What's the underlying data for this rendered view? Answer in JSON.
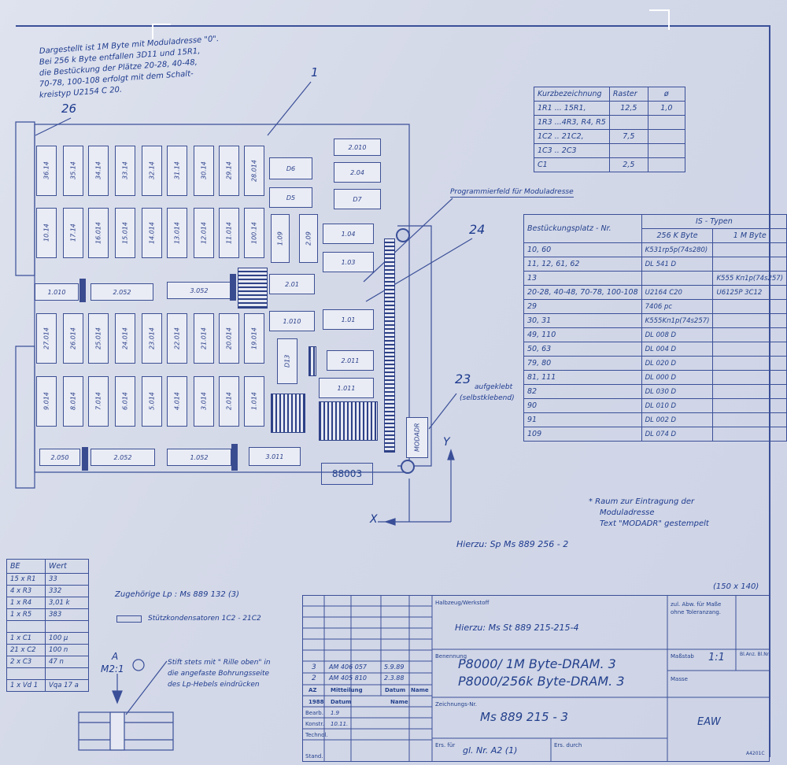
{
  "notes": {
    "top_left": [
      "Dargestellt ist 1M Byte mit Moduladresse \"0\".",
      "Bei 256 k Byte entfallen 3D11 und 15R1,",
      "die Bestückung der Plätze 20-28, 40-48,",
      "70-78, 100-108 erfolgt mit dem Schalt-",
      "kreistyp U2154 C 20."
    ],
    "programmierfeld": "Programmierfeld für Moduladresse",
    "aufgeklebt": "aufgeklebt",
    "selbstklebend": "(selbstklebend)",
    "raum": [
      "* Raum zur Eintragung der",
      "Moduladresse",
      "Text \"MODADR\" gestempelt"
    ],
    "hierzu": "Hierzu: Sp Ms 889 256 - 2",
    "zugehoerige": "Zugehörige Lp : Ms 889 132 (3)",
    "stuetz": "Stützkondensatoren 1C2 - 21C2",
    "stift": [
      "Stift stets mit \" Rille oben\" in",
      "die angefaste Bohrungsseite",
      "des Lp-Hebels eindrücken"
    ],
    "dimension": "(150 x 140)"
  },
  "labels": {
    "l1": "1",
    "l26": "26",
    "l24": "24",
    "l23": "23",
    "y": "Y",
    "x": "X",
    "a": "A",
    "m21": "M2:1",
    "module_tag": "88003",
    "modadr": "MODADR"
  },
  "raster_table": {
    "headers": [
      "Kurzbezeichnung",
      "Raster",
      "ø"
    ],
    "rows": [
      [
        "1R1 ... 15R1,",
        "12,5",
        "1,0"
      ],
      [
        "1R3 ...4R3, R4, R5",
        "",
        ""
      ],
      [
        "1C2 .. 21C2,",
        "7,5",
        ""
      ],
      [
        "1C3 .. 2C3",
        "",
        ""
      ],
      [
        "C1",
        "2,5",
        ""
      ]
    ]
  },
  "ic_table": {
    "h1": "Bestückungsplatz - Nr.",
    "h2": "IS - Typen",
    "h3": "256 K Byte",
    "h4": "1 M Byte",
    "rows": [
      [
        "10, 60",
        "K531rp5p(74s280)",
        ""
      ],
      [
        "11, 12, 61, 62",
        "DL 541 D",
        ""
      ],
      [
        "13",
        "",
        "K555 Kп1p(74s257)"
      ],
      [
        "20-28, 40-48, 70-78, 100-108",
        "U2164 C20",
        "U6125P 3C12"
      ],
      [
        "29",
        "7406 pc",
        ""
      ],
      [
        "30, 31",
        "K555Kп1p(74s257)",
        ""
      ],
      [
        "49, 110",
        "DL 008 D",
        ""
      ],
      [
        "50, 63",
        "DL 004 D",
        ""
      ],
      [
        "79, 80",
        "DL 020 D",
        ""
      ],
      [
        "81, 111",
        "DL 000 D",
        ""
      ],
      [
        "82",
        "DL 030 D",
        ""
      ],
      [
        "90",
        "DL 010 D",
        ""
      ],
      [
        "91",
        "DL 002 D",
        ""
      ],
      [
        "109",
        "DL 074 D",
        ""
      ]
    ]
  },
  "be_table": {
    "headers": [
      "BE",
      "Wert"
    ],
    "rows": [
      [
        "15 x R1",
        "33"
      ],
      [
        "4 x R3",
        "332"
      ],
      [
        "1 x R4",
        "3,01 k"
      ],
      [
        "1 x R5",
        "383"
      ],
      [
        "",
        ""
      ],
      [
        "1 x C1",
        "100 µ"
      ],
      [
        "21 x C2",
        "100 n"
      ],
      [
        "2 x C3",
        "47 n"
      ],
      [
        "",
        ""
      ],
      [
        "1 x Vd 1",
        "Vqa 17 a"
      ]
    ]
  },
  "pcb_chips": {
    "row1": [
      "36.14",
      "35.14",
      "34.14",
      "33.14",
      "32.14",
      "31.14",
      "30.14",
      "29.14",
      "28.014"
    ],
    "row2": [
      "10.14",
      "17.14",
      "16.014",
      "15.014",
      "14.014",
      "13.014",
      "12.014",
      "11.014",
      "100.14"
    ],
    "row3": [
      "27.014",
      "26.014",
      "25.014",
      "24.014",
      "23.014",
      "22.014",
      "21.014",
      "20.014",
      "19.014"
    ],
    "row4": [
      "9.014",
      "8.014",
      "7.014",
      "6.014",
      "5.014",
      "4.014",
      "3.014",
      "2.014",
      "1.014"
    ],
    "right": [
      "2.010",
      "2.04",
      "D6",
      "D5",
      "D7",
      "1.04",
      "1.03",
      "2.01",
      "1.010",
      "1.01",
      "2.011",
      "1.011",
      "D13",
      "1.09",
      "2.09"
    ],
    "strips": [
      "1.010",
      "2.052",
      "3.052",
      "2.050",
      "2.052",
      "1.052",
      "3.011"
    ]
  },
  "title_block": {
    "halbzeug_label": "Halbzeug/Werkstoff",
    "halbzeug": "Hierzu: Ms St 889 215-215-4",
    "zul_abw": [
      "zul. Abw. für Maße",
      "ohne Toleranzang."
    ],
    "benennung_label": "Benennung",
    "title1": "P8000/ 1M Byte-DRAM. 3",
    "title2": "P8000/256k Byte-DRAM. 3",
    "massstab_label": "Maßstab",
    "massstab": "1:1",
    "masse_label": "Masse",
    "bl_label": "Bl.Anz. Bl.Nr.",
    "zeichnungs_label": "Zeichnungs-Nr.",
    "zeichnungs_nr": "Ms 889 215 - 3",
    "company": "EAW",
    "ers_fuer_label": "Ers. für",
    "ers_fuer": "gl. Nr. A2 (1)",
    "ers_durch_label": "Ers. durch",
    "rev_rows": [
      [
        "3",
        "AM 406 057",
        "5.9.89"
      ],
      [
        "2",
        "AM 405 810",
        "2.3.88"
      ]
    ],
    "rev_headers": [
      "AZ",
      "Mitteilung",
      "Datum",
      "Name"
    ],
    "bottom_headers": [
      "1988",
      "Datum",
      "Name"
    ],
    "roles": [
      "Bearb.",
      "Konstr.",
      "Technol.",
      "Stand."
    ],
    "role_dates": [
      "1.9",
      "10.11."
    ],
    "corner": "A4201C"
  }
}
